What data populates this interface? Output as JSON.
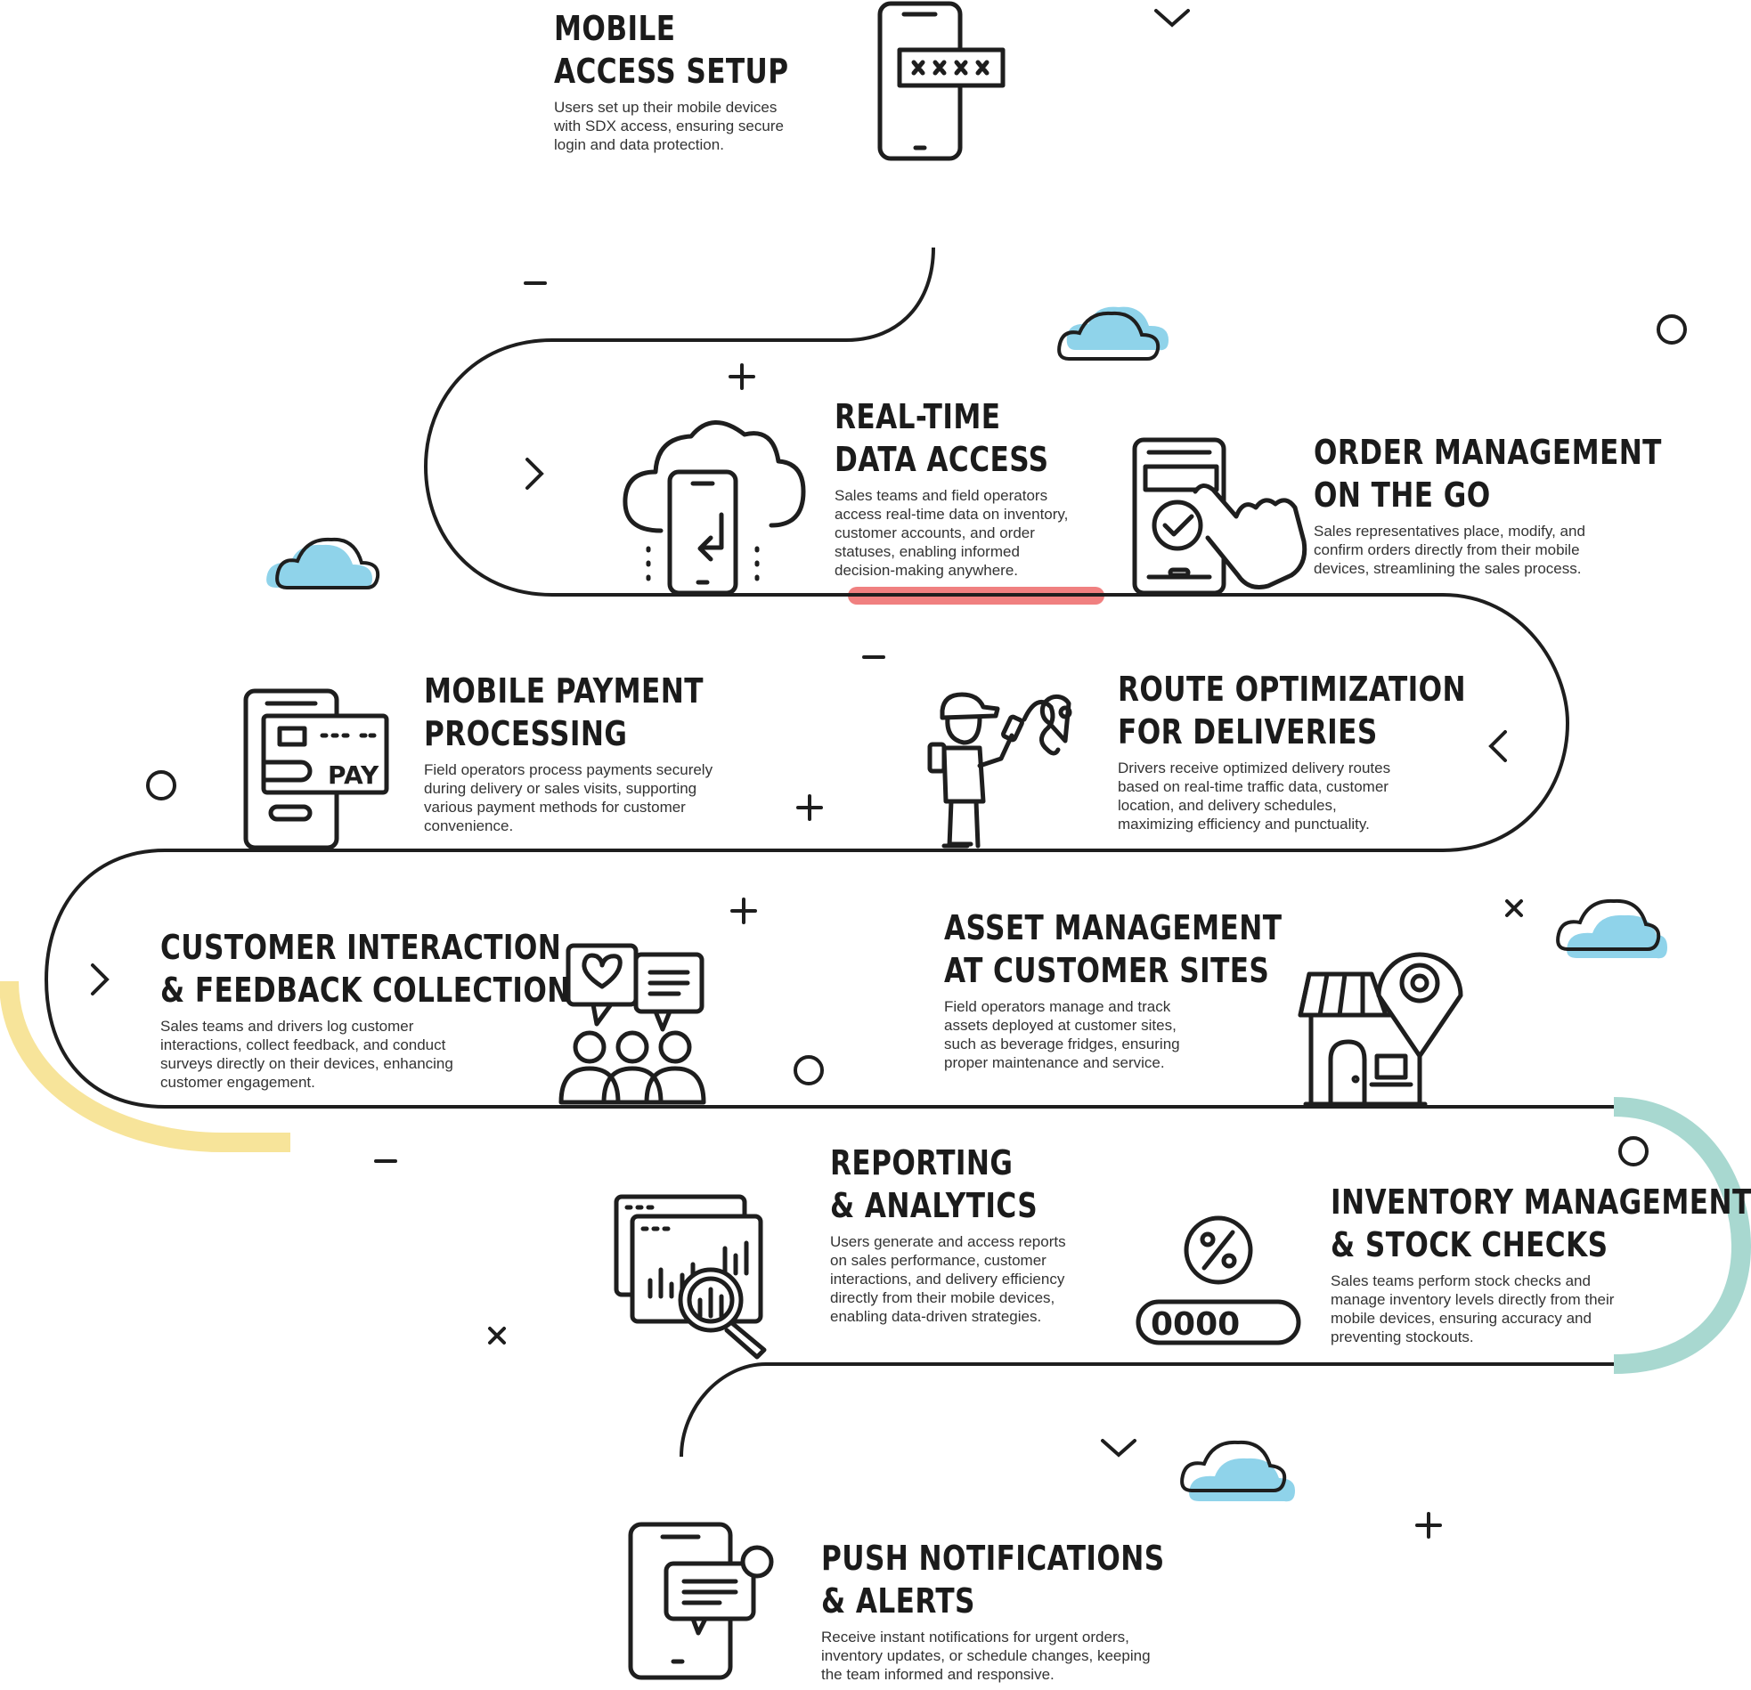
{
  "colors": {
    "line": "#1e1e1e",
    "cloud": "#8fd3ea",
    "accent_pink": "#f08080",
    "accent_yellow": "#f7e49a",
    "accent_teal": "#a8d8d0"
  },
  "steps": [
    {
      "title_1": "MOBILE",
      "title_2": "ACCESS SETUP",
      "icon": "phone-password-icon",
      "text": "Users set up their mobile devices with SDX access, ensuring secure login and data protection."
    },
    {
      "title_1": "REAL-TIME",
      "title_2": "DATA ACCESS",
      "icon": "cloud-phone-sync-icon",
      "text": "Sales teams and field operators access real-time data on inventory, customer accounts, and order statuses, enabling informed decision-making anywhere."
    },
    {
      "title_1": "ORDER MANAGEMENT",
      "title_2": "ON THE GO",
      "icon": "phone-tap-check-icon",
      "text": "Sales representatives place, modify, and confirm orders directly from their mobile devices, streamlining the sales process."
    },
    {
      "title_1": "MOBILE PAYMENT",
      "title_2": "PROCESSING",
      "icon": "phone-card-pay-icon",
      "badge": "PAY",
      "text": "Field operators process payments securely during delivery or sales visits, supporting various payment methods for customer convenience."
    },
    {
      "title_1": "ROUTE OPTIMIZATION",
      "title_2": "FOR DELIVERIES",
      "icon": "delivery-person-route-icon",
      "text": "Drivers receive optimized delivery routes based on real-time traffic data, customer location, and delivery schedules, maximizing efficiency and punctuality."
    },
    {
      "title_1": "CUSTOMER INTERACTION",
      "title_2": "& FEEDBACK COLLECTION",
      "icon": "people-feedback-icon",
      "text": "Sales teams and drivers log customer interactions, collect feedback, and conduct surveys directly on their devices, enhancing customer engagement."
    },
    {
      "title_1": "ASSET MANAGEMENT",
      "title_2": "AT CUSTOMER SITES",
      "icon": "store-location-icon",
      "text": "Field operators manage and track assets deployed at customer sites, such as beverage fridges, ensuring proper maintenance and service."
    },
    {
      "title_1": "REPORTING",
      "title_2": "& ANALYTICS",
      "icon": "report-magnifier-icon",
      "text": "Users generate and access reports on sales performance, customer interactions, and delivery efficiency directly from their mobile devices, enabling data-driven strategies."
    },
    {
      "title_1": "INVENTORY MANAGEMENT",
      "title_2": "& STOCK CHECKS",
      "icon": "percent-counter-icon",
      "counter": "0000",
      "text": "Sales teams perform stock checks and manage inventory levels directly from their mobile devices, ensuring accuracy and preventing stockouts."
    },
    {
      "title_1": "PUSH NOTIFICATIONS",
      "title_2": "& ALERTS",
      "icon": "phone-notification-icon",
      "text": "Receive instant notifications for urgent orders, inventory updates, or schedule changes, keeping the team informed and responsive."
    }
  ]
}
